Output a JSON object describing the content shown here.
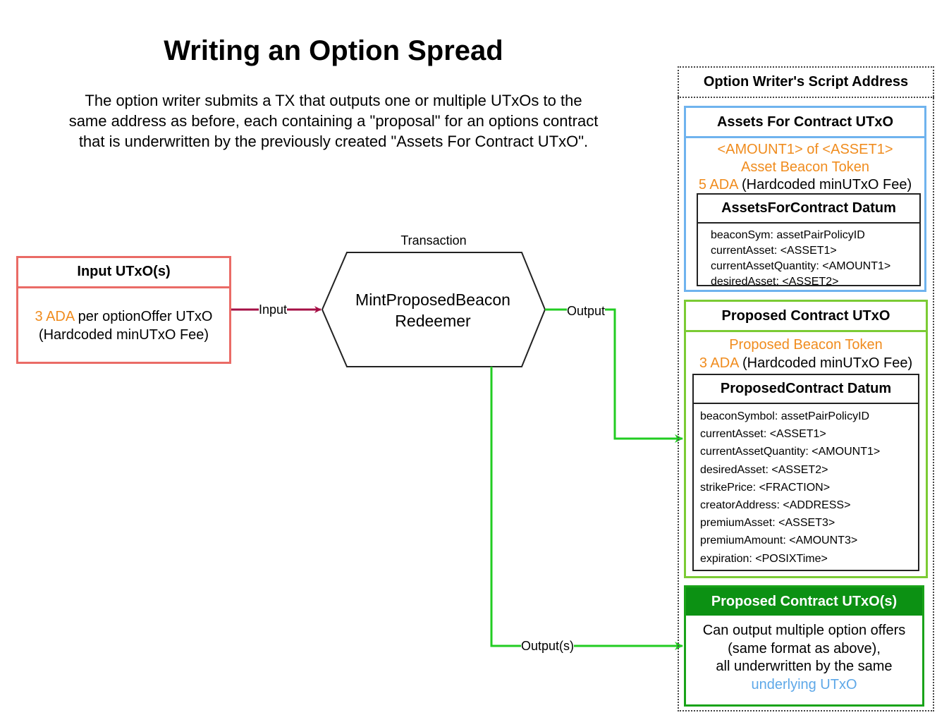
{
  "title": "Writing an Option Spread",
  "description": [
    "The option writer submits a TX that outputs one or multiple UTxOs to the",
    "same address as before, each containing a \"proposal\" for an options contract",
    "that is underwritten by the previously created \"Assets For Contract UTxO\"."
  ],
  "input_box": {
    "title": "Input UTxO(s)",
    "amount": "3 ADA",
    "line1_rest": " per optionOffer UTxO",
    "line2": "(Hardcoded minUTxO Fee)"
  },
  "transaction": {
    "label": "Transaction",
    "line1": "MintProposedBeacon",
    "line2": "Redeemer"
  },
  "connectors": {
    "input": "Input",
    "output": "Output",
    "outputs": "Output(s)"
  },
  "script_address": {
    "title": "Option Writer's Script Address",
    "assets_utxo": {
      "title": "Assets For Contract UTxO",
      "line1": "<AMOUNT1> of <ASSET1>",
      "line2": "Asset Beacon Token",
      "ada": "5 ADA",
      "ada_rest": " (Hardcoded minUTxO Fee)",
      "datum": {
        "title": "AssetsForContract Datum",
        "fields": [
          "beaconSym: assetPairPolicyID",
          "currentAsset: <ASSET1>",
          "currentAssetQuantity: <AMOUNT1>",
          "desiredAsset: <ASSET2>"
        ]
      }
    },
    "proposed_utxo": {
      "title": "Proposed Contract UTxO",
      "line1": "Proposed Beacon Token",
      "ada": "3 ADA",
      "ada_rest": " (Hardcoded minUTxO Fee)",
      "datum": {
        "title": "ProposedContract Datum",
        "fields": [
          "beaconSymbol: assetPairPolicyID",
          "currentAsset: <ASSET1>",
          "currentAssetQuantity: <AMOUNT1>",
          "desiredAsset: <ASSET2>",
          "strikePrice: <FRACTION>",
          "creatorAddress: <ADDRESS>",
          "premiumAsset: <ASSET3>",
          "premiumAmount: <AMOUNT3>",
          "expiration: <POSIXTime>"
        ]
      }
    },
    "proposed_offers": {
      "title": "Proposed Contract UTxO(s)",
      "lines": [
        "Can output multiple option offers",
        "(same format as above),",
        "all underwritten by the same"
      ],
      "highlight": "underlying UTxO"
    }
  },
  "colors": {
    "input": "#ea6b66",
    "input_arrow": "#a50f45",
    "output_arrow": "#22cc22",
    "assets": "#6fb3ee",
    "proposed": "#7bcb34",
    "offers": "#0c9113",
    "orange_text": "#f08c1e",
    "blue_text": "#5ea8e8"
  }
}
